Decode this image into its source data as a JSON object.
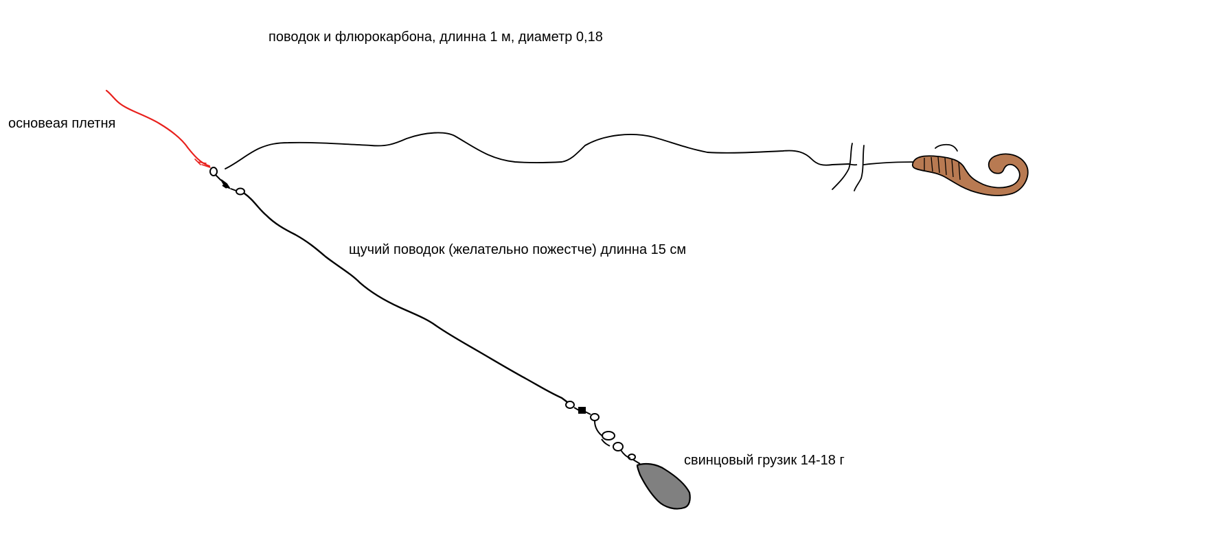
{
  "labels": {
    "fluorocarbon_leader": "поводок и флюрокарбона, длинна 1 м, диаметр 0,18",
    "main_braid": "основеая плетня",
    "pike_leader": "щучий поводок (желательно пожестче) длинна 15 см",
    "lead_sinker": "свинцовый грузик 14-18 г"
  },
  "colors": {
    "braid_line": "#e8201c",
    "line": "#000000",
    "lure_fill": "#b87a52",
    "sinker_fill": "#808080",
    "background": "#ffffff"
  }
}
